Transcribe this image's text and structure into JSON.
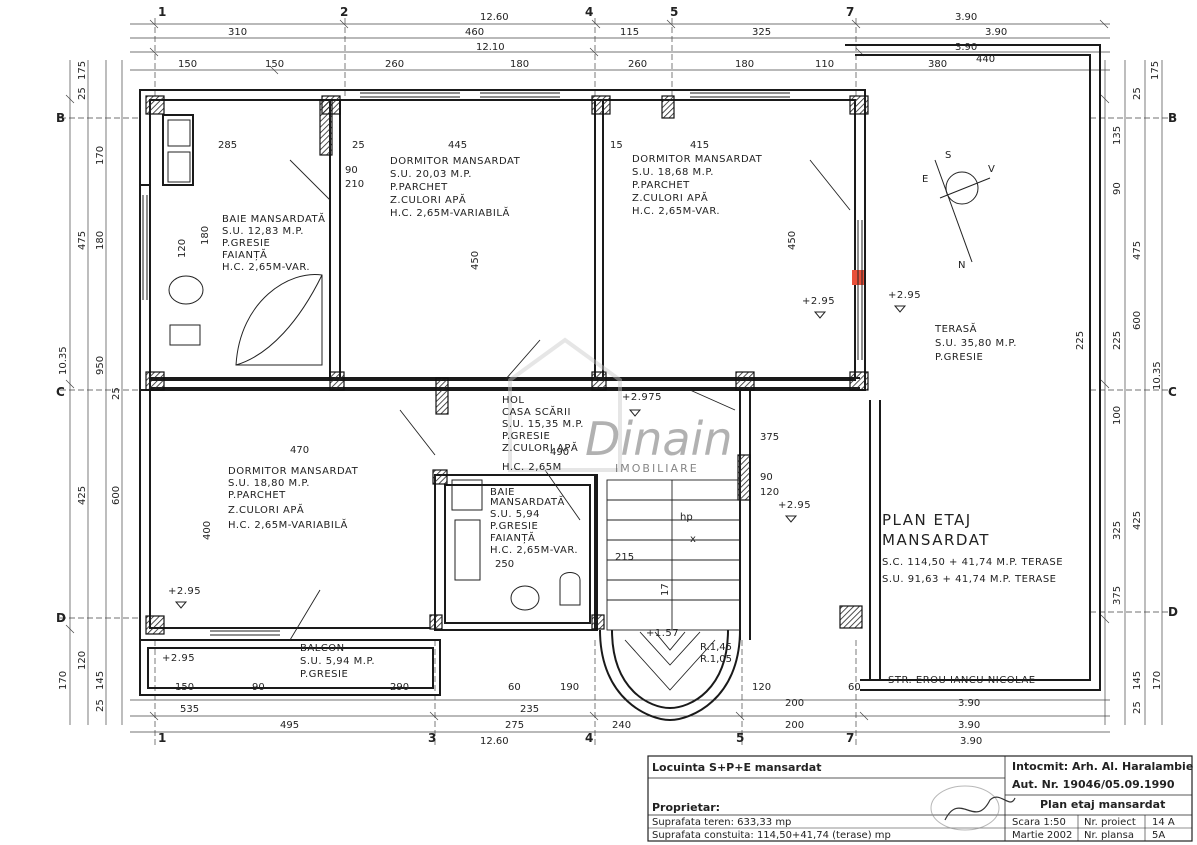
{
  "colors": {
    "ink": "#1f1f1f",
    "accent": "#e8503a",
    "paper": "#ffffff",
    "watermark": "#bdbdbd"
  },
  "dims": {
    "top1": [
      "310",
      "460",
      "115",
      "325"
    ],
    "top1_right": "3.90",
    "top2": [
      "12.60",
      "3.90"
    ],
    "top3": [
      "12.10",
      "440",
      "3.90"
    ],
    "top4": [
      "150",
      "150",
      "260",
      "180",
      "260",
      "180",
      "110",
      "380"
    ],
    "bot1": [
      "150",
      "535",
      "90",
      "290",
      "235",
      "60",
      "190",
      "120",
      "200",
      "60",
      "3.90"
    ],
    "bot2": [
      "495",
      "275",
      "240",
      "200",
      "3.90"
    ],
    "bot3": [
      "12.60",
      "3.90"
    ],
    "left": [
      "175",
      "25",
      "170",
      "475",
      "180",
      "950",
      "10.35",
      "25",
      "425",
      "600",
      "120",
      "170",
      "145",
      "25"
    ],
    "right": [
      "175",
      "25",
      "135",
      "90",
      "475",
      "600",
      "225",
      "10.35",
      "100",
      "425",
      "325",
      "375",
      "145",
      "170",
      "25"
    ],
    "inner": [
      "285",
      "445",
      "415",
      "25",
      "15",
      "450",
      "450",
      "470",
      "400",
      "250",
      "215",
      "490",
      "180",
      "120",
      "90",
      "210",
      "375",
      "120",
      "90",
      "225"
    ]
  },
  "axes": {
    "cols": [
      "1",
      "2",
      "3",
      "4",
      "5",
      "7"
    ],
    "rows": [
      "B",
      "C",
      "D"
    ]
  },
  "rooms": [
    {
      "lines": [
        "BAIE MANSARDATĂ",
        "S.U. 12,83 M.P.",
        "P.GRESIE",
        "FAIANȚĂ",
        "H.C. 2,65M-VAR."
      ]
    },
    {
      "lines": [
        "DORMITOR MANSARDAT",
        "S.U. 20,03 M.P.",
        "P.PARCHET",
        "Z.CULORI APĂ",
        "H.C. 2,65M-VARIABILĂ"
      ]
    },
    {
      "lines": [
        "DORMITOR MANSARDAT",
        "S.U. 18,68 M.P.",
        "P.PARCHET",
        "Z.CULORI APĂ",
        "H.C. 2,65M-VAR."
      ]
    },
    {
      "lines": [
        "TERASĂ",
        "S.U. 35,80 M.P.",
        "P.GRESIE"
      ]
    },
    {
      "lines": [
        "HOL",
        "CASA SCĂRII",
        "S.U. 15,35 M.P.",
        "P.GRESIE",
        "Z.CULORI APĂ",
        "H.C. 2,65M"
      ]
    },
    {
      "lines": [
        "DORMITOR MANSARDAT",
        "S.U. 18,80 M.P.",
        "P.PARCHET",
        "Z.CULORI APĂ",
        "H.C. 2,65M-VARIABILĂ"
      ]
    },
    {
      "lines": [
        "BAIE",
        "MANSARDATĂ",
        "S.U. 5,94",
        "P.GRESIE",
        "FAIANȚĂ",
        "H.C. 2,65M-VAR."
      ]
    },
    {
      "lines": [
        "BALCON",
        "S.U. 5,94 M.P.",
        "P.GRESIE"
      ]
    }
  ],
  "levels": [
    "+2.95",
    "+2.95",
    "+2.975",
    "+2.95",
    "+2.95",
    "+2.95",
    "+1.57"
  ],
  "notes": {
    "plan_title_1": "PLAN ETAJ",
    "plan_title_2": "MANSARDAT",
    "sc": "S.C. 114,50 + 41,74 M.P. TERASE",
    "su": "S.U. 91,63 + 41,74 M.P. TERASE",
    "street": "STR. EROU IANCU NICOLAE",
    "compass_s": "S",
    "compass_e": "E",
    "compass_v": "V",
    "compass_n": "N",
    "r1": "R.1,45",
    "r2": "R.1,05",
    "stairs_n": "17",
    "stair_sym": "hp",
    "stair_x": "x"
  },
  "watermark": {
    "name": "Dinain",
    "sub": "IMOBILIARE"
  },
  "titleblock": {
    "project": "Locuinta S+P+E mansardat",
    "author": "Intocmit: Arh. Al. Haralambie",
    "aut": "Aut. Nr. 19046/05.09.1990",
    "owner": "Proprietar:",
    "plan": "Plan etaj mansardat",
    "teren": "Suprafata teren: 633,33 mp",
    "constr": "Suprafata constuita: 114,50+41,74 (terase) mp",
    "scara": "Scara 1:50",
    "data": "Martie 2002",
    "nrproiect_l": "Nr. proiect",
    "nrproiect_v": "14 A",
    "nrplansa_l": "Nr. plansa",
    "nrplansa_v": "5A"
  }
}
